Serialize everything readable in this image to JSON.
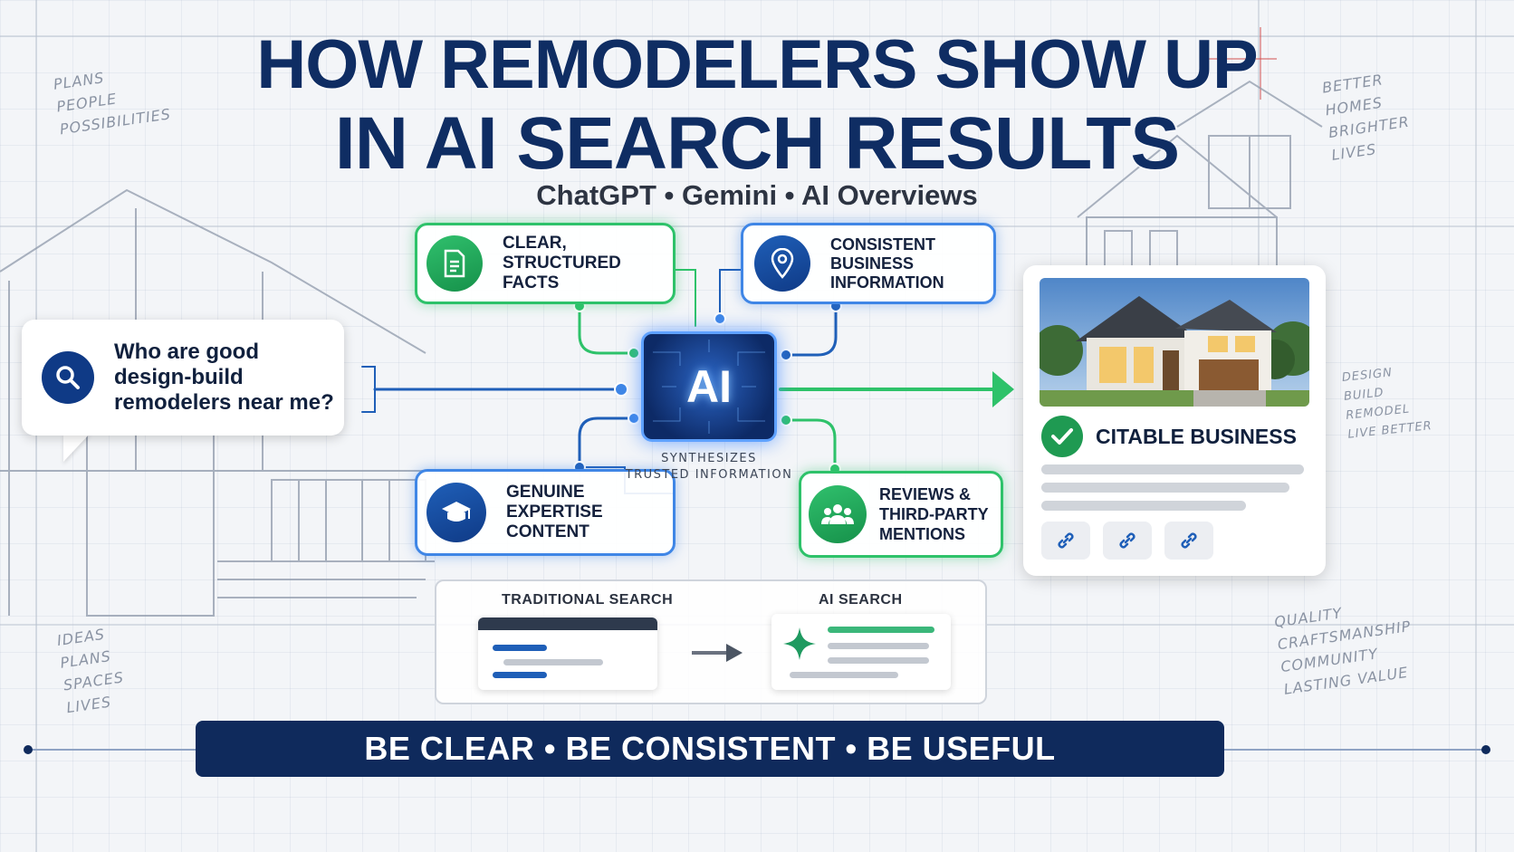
{
  "title": {
    "line1": "HOW REMODELERS SHOW UP",
    "line2": "IN AI SEARCH RESULTS",
    "subtitle": "ChatGPT • Gemini • AI Overviews"
  },
  "notes": {
    "top_left": [
      "PLANS",
      "PEOPLE",
      "POSSIBILITIES"
    ],
    "top_right": [
      "BETTER",
      "HOMES",
      "BRIGHTER",
      "LIVES"
    ],
    "mid_right": [
      "DESIGN",
      "BUILD",
      "REMODEL",
      "LIVE BETTER"
    ],
    "bottom_left": [
      "IDEAS",
      "PLANS",
      "SPACES",
      "LIVES"
    ],
    "bottom_right": [
      "QUALITY",
      "CRAFTSMANSHIP",
      "COMMUNITY",
      "LASTING VALUE"
    ]
  },
  "query": {
    "text_line1": "Who are good",
    "text_line2": "design-build",
    "text_line3": "remodelers near me?",
    "icon": "search-icon"
  },
  "factors": {
    "facts": {
      "line1": "CLEAR,",
      "line2": "STRUCTURED FACTS",
      "icon": "document-icon"
    },
    "business": {
      "line1": "CONSISTENT",
      "line2": "BUSINESS",
      "line3": "INFORMATION",
      "icon": "location-pin-icon"
    },
    "expertise": {
      "line1": "GENUINE",
      "line2": "EXPERTISE CONTENT",
      "icon": "graduation-cap-icon"
    },
    "reviews": {
      "line1": "REVIEWS &",
      "line2": "THIRD-PARTY",
      "line3": "MENTIONS",
      "icon": "people-icon"
    }
  },
  "ai_chip": {
    "label": "AI",
    "caption_line1": "SYNTHESIZES",
    "caption_line2": "TRUSTED INFORMATION"
  },
  "citable": {
    "title": "CITABLE BUSINESS",
    "icon": "check-icon",
    "link_icons": [
      "link-icon",
      "link-icon",
      "link-icon"
    ]
  },
  "comparison": {
    "traditional_label": "TRADITIONAL SEARCH",
    "ai_label": "AI SEARCH"
  },
  "footer": {
    "text": "BE CLEAR • BE CONSISTENT • BE USEFUL"
  },
  "colors": {
    "navy": "#0f2d63",
    "green": "#2ec26a",
    "blue": "#3f86e6",
    "footer_bg": "#0f2a5c"
  }
}
